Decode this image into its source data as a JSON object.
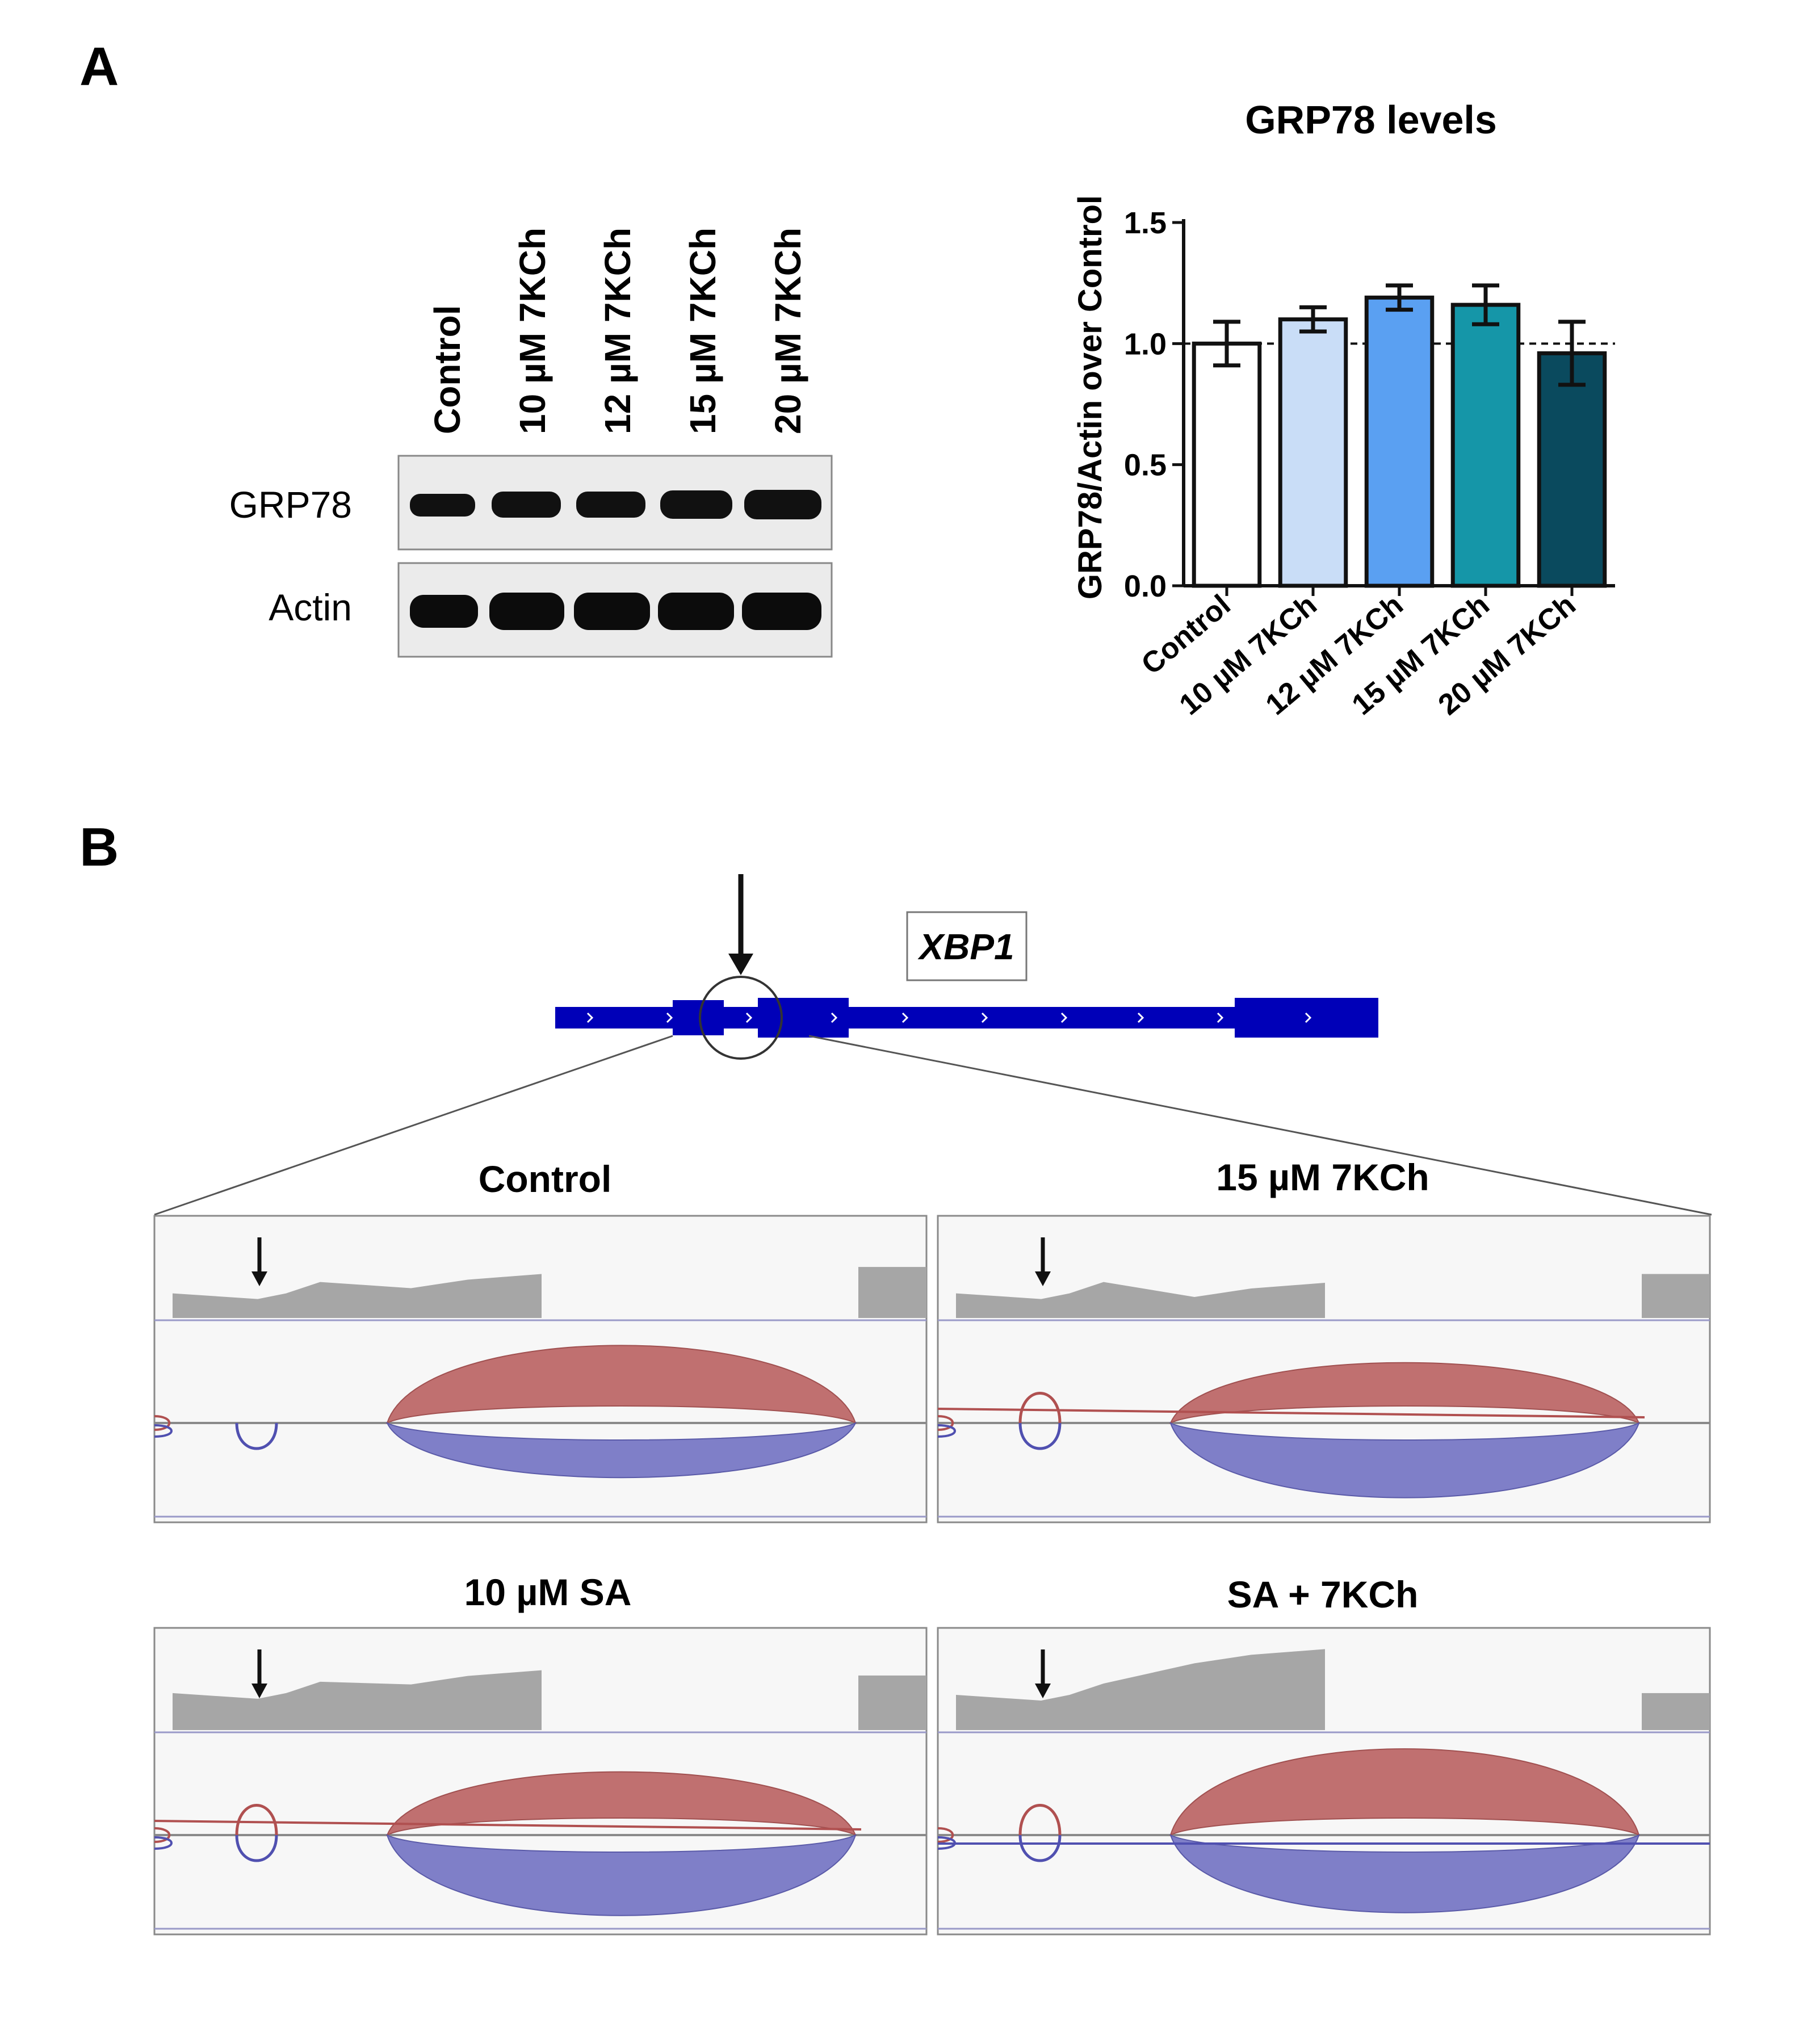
{
  "panelA": {
    "label": "A",
    "blot": {
      "lane_labels": [
        "Control",
        "10 µM 7KCh",
        "12 µM 7KCh",
        "15 µM 7KCh",
        "20 µM 7KCh"
      ],
      "rows": [
        {
          "label": "GRP78"
        },
        {
          "label": "Actin"
        }
      ]
    }
  },
  "chart_data": {
    "type": "bar",
    "title": "GRP78 levels",
    "ylabel": "GRP78/Actin over Control",
    "xlabel": "",
    "categories": [
      "Control",
      "10 µM 7KCh",
      "12 µM 7KCh",
      "15 µM 7KCh",
      "20 µM 7KCh"
    ],
    "values": [
      1.0,
      1.1,
      1.19,
      1.16,
      0.96
    ],
    "errors": [
      0.09,
      0.05,
      0.05,
      0.08,
      0.13
    ],
    "colors": [
      "#ffffff",
      "#c9ddf7",
      "#5aa0f2",
      "#1596a8",
      "#0a4a5e"
    ],
    "ylim": [
      0,
      1.5
    ],
    "yticks": [
      "0.0",
      "0.5",
      "1.0",
      "1.5"
    ],
    "reference_line": 1.0,
    "grid": false
  },
  "panelB": {
    "label": "B",
    "gene": "XBP1",
    "tracks": [
      {
        "title": "Control"
      },
      {
        "title": "15 µM 7KCh"
      },
      {
        "title": "10 µM SA"
      },
      {
        "title": "SA + 7KCh"
      }
    ],
    "colors": {
      "gene_model": "#0000b8",
      "forward_arc": "#c07070",
      "reverse_arc": "#7f7fc8",
      "coverage": "#a6a6a6"
    }
  }
}
